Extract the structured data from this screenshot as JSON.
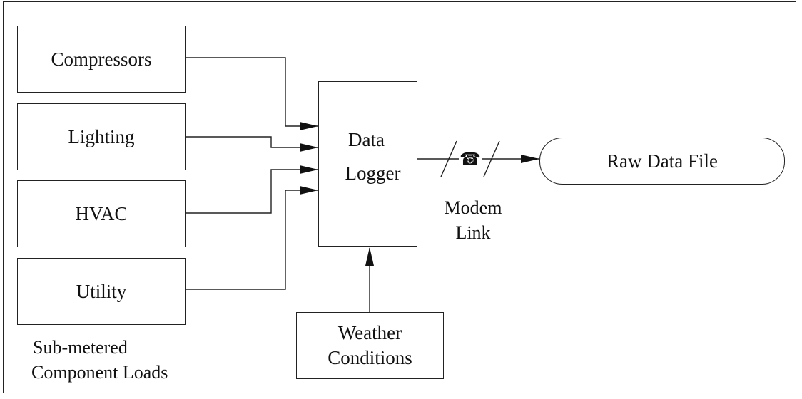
{
  "diagram": {
    "component_loads": [
      "Compressors",
      "Lighting",
      "HVAC",
      "Utility"
    ],
    "component_caption": [
      "Sub-metered",
      "Component Loads"
    ],
    "logger_label": [
      "Data",
      "Logger"
    ],
    "weather_label": [
      "Weather",
      "Conditions"
    ],
    "modem_label": [
      "Modem",
      "Link"
    ],
    "modem_symbol": "☎",
    "output_label": "Raw Data File",
    "icons": {
      "modem": "telephone-icon"
    },
    "colors": {
      "line": "#222222",
      "background": "#ffffff"
    }
  }
}
